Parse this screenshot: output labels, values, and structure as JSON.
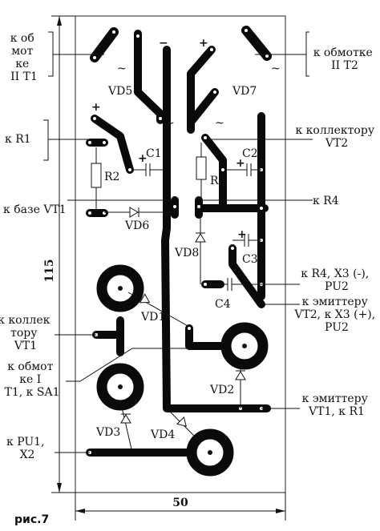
{
  "figure": {
    "caption": "рис.7",
    "dim_height": "115",
    "dim_width": "50"
  },
  "components": {
    "vd5": "VD5",
    "vd7": "VD7",
    "vd6": "VD6",
    "vd8": "VD8",
    "vd1": "VD1",
    "vd2": "VD2",
    "vd3": "VD3",
    "vd4": "VD4",
    "r2": "R2",
    "r3": "R3",
    "c1": "C1",
    "c2": "C2",
    "c3": "C3",
    "c4": "C4",
    "minus": "−",
    "plus": "+",
    "tilde": "~"
  },
  "labels": {
    "winding_t1": [
      "к об",
      "мот",
      "ке",
      "II  T1"
    ],
    "winding_t2": [
      "к обмотке",
      "II   T2"
    ],
    "r1": "к R1",
    "collector_vt2": [
      "к коллектору",
      "VT2"
    ],
    "base_vt1": "к базе VT1",
    "r4": "к   R4",
    "r4_x3": [
      "к R4, X3 (-),",
      "PU2"
    ],
    "emitter_vt2": [
      "к эмиттеру",
      "VT2, к X3 (+),",
      "PU2"
    ],
    "collector_vt1": [
      "к коллек",
      "тору",
      "VT1"
    ],
    "winding_i": [
      "к обмот",
      "ке I",
      "T1, к SA1"
    ],
    "emitter_vt1": [
      "к эмиттеру",
      "VT1, к R1"
    ],
    "pu1": [
      "к PU1,",
      "X2"
    ]
  }
}
